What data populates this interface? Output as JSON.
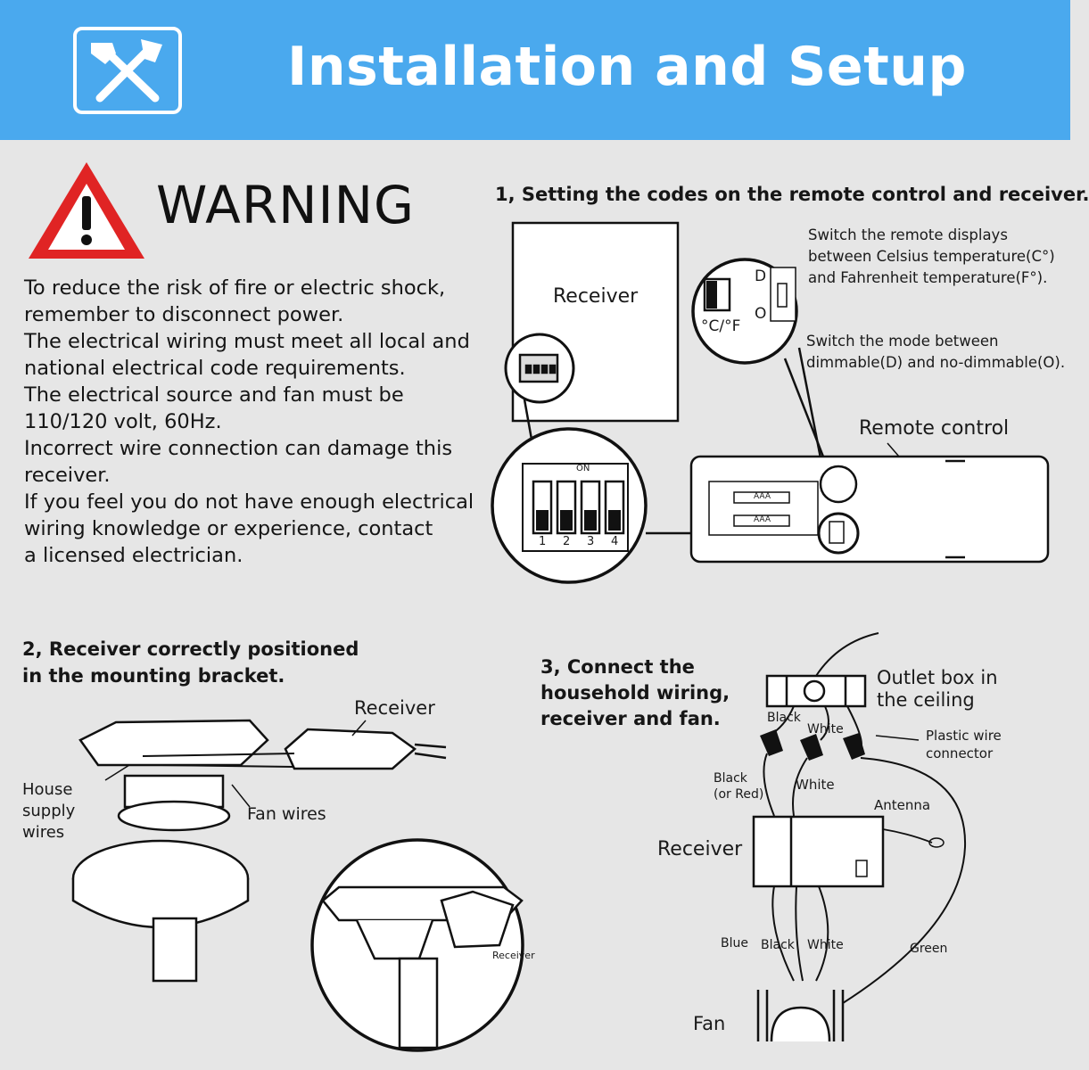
{
  "header": {
    "title": "Installation and Setup",
    "icon": "tools-icon",
    "background": "#4aa9ee"
  },
  "warning": {
    "title": "WARNING",
    "icon": "warning-triangle-icon",
    "accent": "#e02424",
    "lines": [
      "To reduce the risk of fire or electric shock,",
      "remember to disconnect power.",
      "The electrical wiring must meet all local and",
      "national electrical code requirements.",
      "The electrical source and fan must be",
      "110/120 volt, 60Hz.",
      "Incorrect wire connection can damage this",
      "receiver.",
      "If you feel you do not have enough electrical",
      "wiring knowledge or experience, contact",
      "a licensed electrician."
    ]
  },
  "step1": {
    "title": "1, Setting the codes on the remote control and receiver.",
    "receiver_label": "Receiver",
    "switch_note_temp": [
      "Switch the remote displays",
      "between Celsius temperature(C°)",
      "and Fahrenheit temperature(F°)."
    ],
    "switch_note_mode": [
      "Switch the mode between",
      "dimmable(D) and no-dimmable(O)."
    ],
    "remote_label": "Remote control",
    "dip_on": "ON",
    "dip_numbers": [
      "1",
      "2",
      "3",
      "4"
    ],
    "switch_d": "D",
    "switch_o": "O",
    "switch_cf": "°C/°F",
    "battery_label": "AAA"
  },
  "step2": {
    "title": [
      "2, Receiver correctly positioned",
      "in the mounting bracket."
    ],
    "receiver_label": "Receiver",
    "house_wires": [
      "House",
      "supply",
      "wires"
    ],
    "fan_wires": "Fan wires",
    "zoom_receiver": "Receiver"
  },
  "step3": {
    "title": [
      "3, Connect the",
      "household wiring,",
      "receiver and fan."
    ],
    "outlet_box": [
      "Outlet box in",
      "the ceiling"
    ],
    "black_top": "Black",
    "white_top": "White",
    "plastic_connector": [
      "Plastic wire",
      "connector"
    ],
    "black_red": [
      "Black",
      "(or Red)"
    ],
    "white_mid": "White",
    "antenna": "Antenna",
    "receiver": "Receiver",
    "blue": "Blue",
    "black_bottom": "Black",
    "white_bottom": "White",
    "green": "Green",
    "fan": "Fan"
  }
}
